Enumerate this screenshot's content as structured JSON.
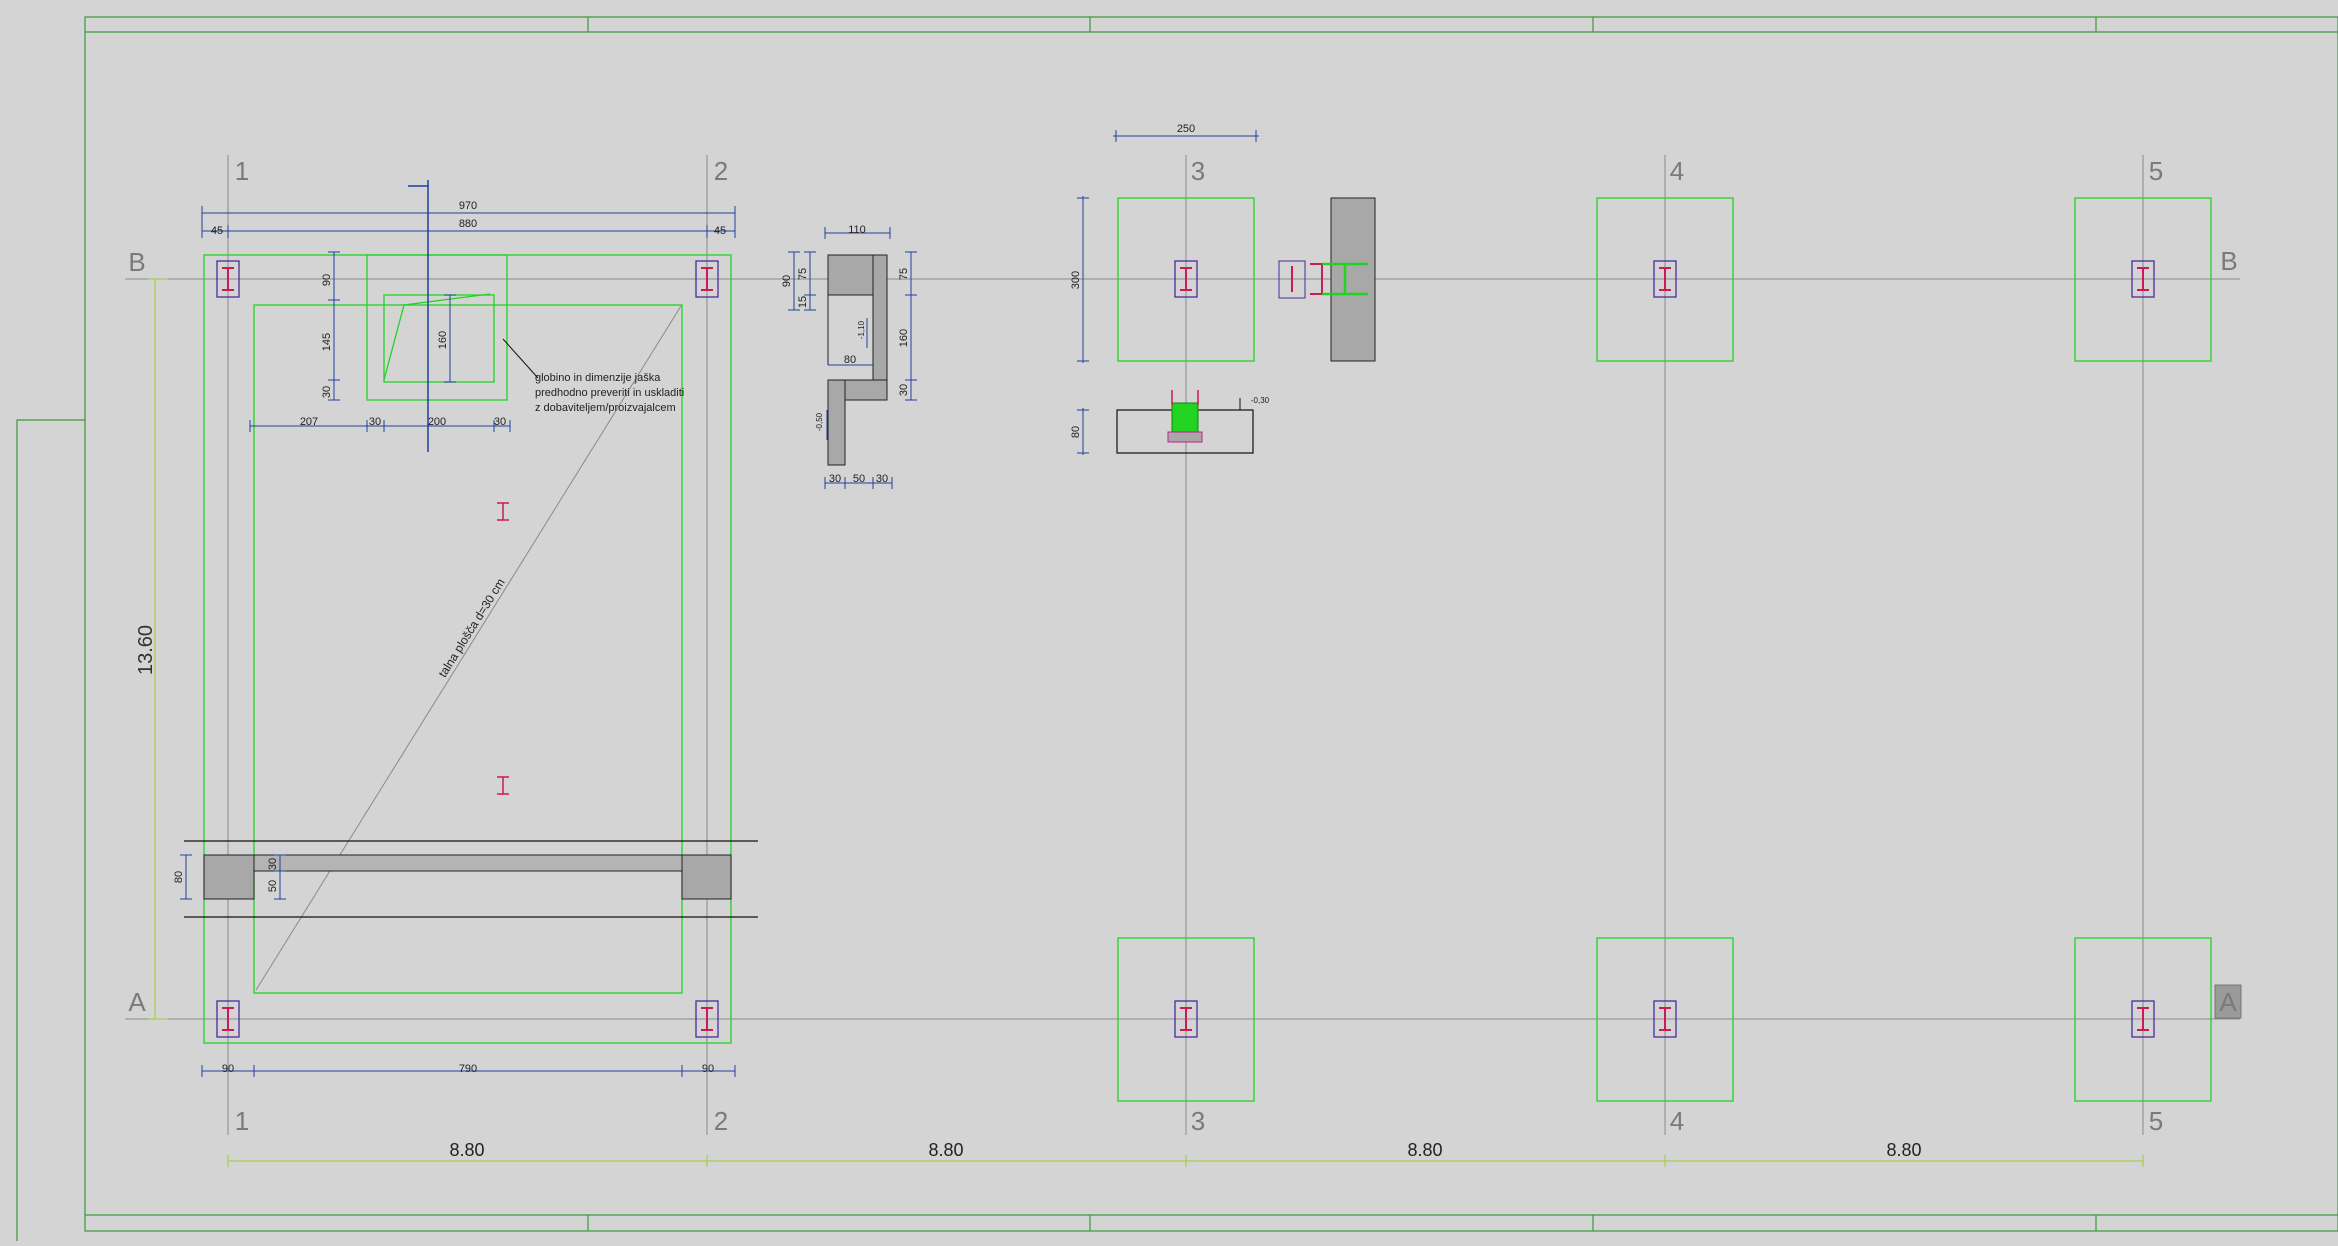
{
  "grid": {
    "columns": [
      "1",
      "2",
      "3",
      "4",
      "5"
    ],
    "rows": [
      "A",
      "B"
    ],
    "spacings": [
      "8.80",
      "8.80",
      "8.80",
      "8.80"
    ],
    "overall_length": "13.60"
  },
  "dims": {
    "d970": "970",
    "d880": "880",
    "d45": "45",
    "d90": "90",
    "d145": "145",
    "d30": "30",
    "d160": "160",
    "d207": "207",
    "d200": "200",
    "d790": "790",
    "d80": "80",
    "d50": "50",
    "d110": "110",
    "d75": "75",
    "d15": "15",
    "d250": "250",
    "d300": "300"
  },
  "levels": {
    "l110": "-1,10",
    "l050": "-0,50",
    "l030": "-0,30"
  },
  "annotations": {
    "note_lines": [
      "globino in dimenzije jaška",
      "predhodno preveriti in uskladiti",
      "z dobaviteljem/proizvajalcem"
    ],
    "slab": "talna plošča d=30 cm"
  },
  "colors": {
    "background": "#d4d4d4",
    "grid": "#8a8a8a",
    "green": "#22d322",
    "blue": "#1f3f9e",
    "magenta": "#cc1a55",
    "purple": "#4a2a9e",
    "axis_text": "#7a7a7a"
  }
}
